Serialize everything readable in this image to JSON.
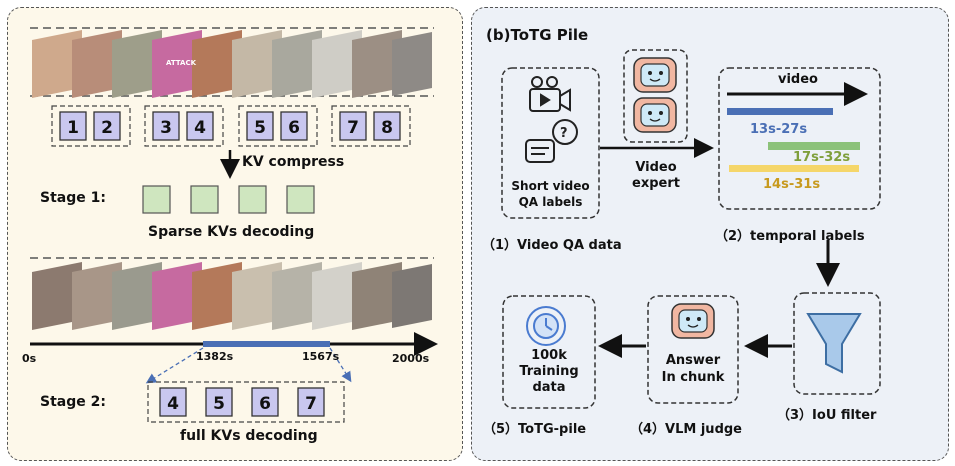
{
  "left": {
    "kv_compress": "KV compress",
    "stage1_label": "Stage 1:",
    "stage1_caption": "Sparse KVs decoding",
    "stage2_label": "Stage 2:",
    "stage2_caption": "full KVs decoding",
    "chunk_numbers": [
      "1",
      "2",
      "3",
      "4",
      "5",
      "6",
      "7",
      "8"
    ],
    "stage2_numbers": [
      "4",
      "5",
      "6",
      "7"
    ],
    "timeline": {
      "start": "0s",
      "end": "2000s",
      "seg_start": "1382s",
      "seg_end": "1567s"
    },
    "poster_text": "ATTACK"
  },
  "right": {
    "title": "(b)ToTG Pile",
    "qa_box_label": [
      "Short video",
      "QA labels"
    ],
    "expert_label": [
      "Video",
      "expert"
    ],
    "video_label": "video",
    "timestamps": [
      {
        "text": "13s-27s",
        "color": "#4a6fb5"
      },
      {
        "text": "17s-32s",
        "color": "#7f9f3b"
      },
      {
        "text": "14s-31s",
        "color": "#c89a1e"
      }
    ],
    "step1": "（1）Video QA data",
    "step2": "（2）temporal labels",
    "step3": "（3）IoU filter",
    "step4": "（4）VLM judge",
    "step5": "（5）ToTG-pile",
    "judge_label": [
      "Answer",
      "In chunk"
    ],
    "pile_label": [
      "100k",
      "Training",
      "data"
    ]
  },
  "colors": {
    "chunk_fill": "#c9c7ef",
    "stage1_fill": "#cfe6bf",
    "segment": "#4a6fb5",
    "bar_blue": "#4a6fb5",
    "bar_green": "#8cc27a",
    "bar_yellow": "#f5d66a"
  }
}
